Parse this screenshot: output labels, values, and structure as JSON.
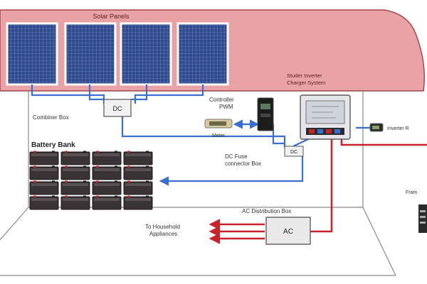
{
  "labels": {
    "solar_panels": "Solar Panels",
    "combiner_box": "Combiner Box",
    "dc": "DC",
    "controller": "Controller",
    "mppt": "PWM",
    "meter": "Meter",
    "inverter_system": "Studer Inverter",
    "charger_system": "Charger System",
    "inverter_remote": "Inverter R",
    "battery_bank": "Battery Bank",
    "dc_fuse": "DC Fuse",
    "connector_box": "connector Box",
    "ac_distribution_box": "AC Distribution Box",
    "ac": "AC",
    "to_household": "To Household",
    "appliances": "Appliances",
    "right_edge": "Fram"
  },
  "colors": {
    "roof": "#e9a3a6",
    "roof_stroke": "#a4474c",
    "panel": "#2f4a8f",
    "dc_wire": "#3a6fd0",
    "ac_wire": "#c6242b",
    "battery": "#3a3335"
  }
}
